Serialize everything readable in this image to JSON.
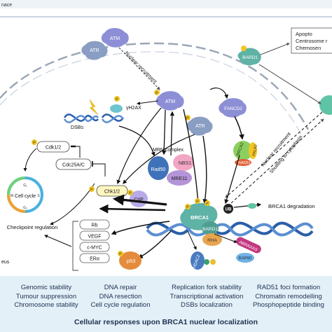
{
  "header": {
    "corner_label": "nace"
  },
  "labels": {
    "atm_top": "ATM",
    "atr_top": "ATR",
    "nuclear_recruitment": "Nuclear recruitment",
    "p": "P",
    "gamma_h2ax": "γH2AX",
    "atm_mid": "ATM",
    "dsbs": "DSBs",
    "atr_mid": "ATR",
    "fancd2": "FANCD2",
    "bard1_top": "BARD1",
    "apoptosis": "Apopto",
    "centrosome": "Centrosome r",
    "chemosensitivity": "Chemosen",
    "brca2": "BRCA2",
    "palb2": "PALB2",
    "rad51": "RAD51",
    "nuclear_recruitment_right": "Nuclear recruitment",
    "shuttling_to_cytoplasm": "Shuttling to cytoplasm",
    "cdk12": "Cdk1/2",
    "cdc25ac": "Cdc25A/C",
    "mrn_complex": "MRN complex",
    "rad50": "Rad50",
    "nbs1": "NBS1",
    "mre11": "MRE11",
    "ctip": "CtIP",
    "chk12": "Chk1/2",
    "cell_cycle": "Cell cycle",
    "checkpoint_regulation": "Checkpoint regulation",
    "phase_g1": "G₁",
    "phase_s": "S",
    "phase_g2": "G₂",
    "phase_m": "M",
    "brca1": "BRCA1",
    "ub": "UB",
    "brca1_degradation": "BRCA1 degradation",
    "bard1_mid": "BARD1",
    "rha": "RHA",
    "abraxas": "ABRAXAS",
    "rap80": "RAP80",
    "hdac2": "HDAC2",
    "p53": "p53",
    "rb": "Rb",
    "vegf": "VEGF",
    "cmyc": "c-MYC",
    "era": "ERα",
    "nucleus": "eus"
  },
  "responses": {
    "col1": [
      "Genomic stability",
      "Tumour suppression",
      "Chromosome stability"
    ],
    "col2": [
      "DNA repair",
      "DNA resection",
      "Cell cycle regulation"
    ],
    "col3": [
      "Replication fork stability",
      "Transcriptional activation",
      "DSBs localization"
    ],
    "col4": [
      "RAD51 foci formation",
      "Chromatin remodelling",
      "Phosphopeptide binding"
    ]
  },
  "footer_title": "Cellular responses upon BRCA1 nuclear localization",
  "colors": {
    "atm_purple": "#8d8fd6",
    "atr_blue": "#8a9ec4",
    "brca1_teal": "#5fb3a6",
    "brca2_green": "#8ccf5f",
    "rad51_red": "#e0633b",
    "rad50_blue": "#3f72b8",
    "nbs1_pink": "#f2a6c4",
    "mre11_purple": "#b494d8",
    "ctip_lilac": "#b8a9e8",
    "rha_orange": "#e8a54f",
    "abraxas_magenta": "#c2387f",
    "rap80_blue": "#6fb2e3",
    "hdac2_blue": "#4a7bc0",
    "p53_orange": "#e58b3c",
    "phospho_yellow": "#f3c623",
    "fancd2_purple": "#8d8fd6",
    "panel_bg": "#e4f0f8",
    "dna_blue": "#2a5ea8"
  }
}
